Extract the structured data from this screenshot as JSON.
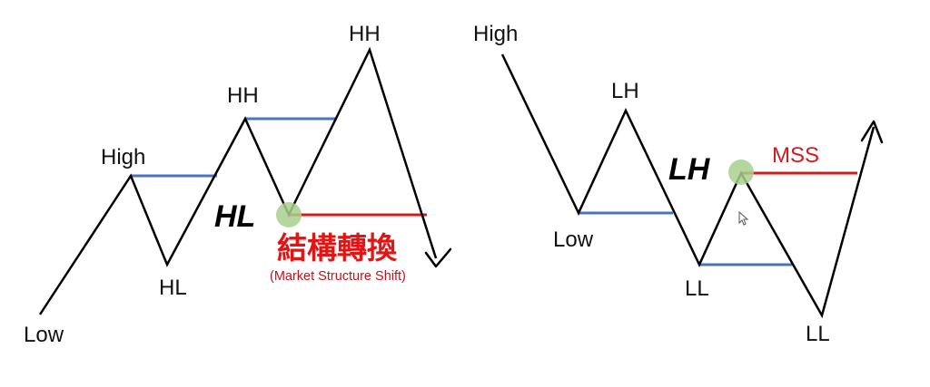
{
  "colors": {
    "price_line": "#000000",
    "level_line": "#4a72c4",
    "break_line": "#d01c1c",
    "highlight_dot": "#a9cf8e",
    "cjk_text": "#e31414"
  },
  "left": {
    "labels": {
      "low": "Low",
      "high": "High",
      "hl": "HL",
      "hh_1": "HH",
      "hl_emphasis": "HL",
      "hh_2": "HH"
    },
    "mss_title": "結構轉換",
    "mss_subtitle": "(Market Structure Shift)"
  },
  "right": {
    "labels": {
      "high": "High",
      "low": "Low",
      "lh_1": "LH",
      "ll_1": "LL",
      "lh_emphasis": "LH",
      "ll_2": "LL"
    },
    "mss_label": "MSS"
  },
  "icons": {
    "cursor": "mouse-pointer-icon"
  }
}
